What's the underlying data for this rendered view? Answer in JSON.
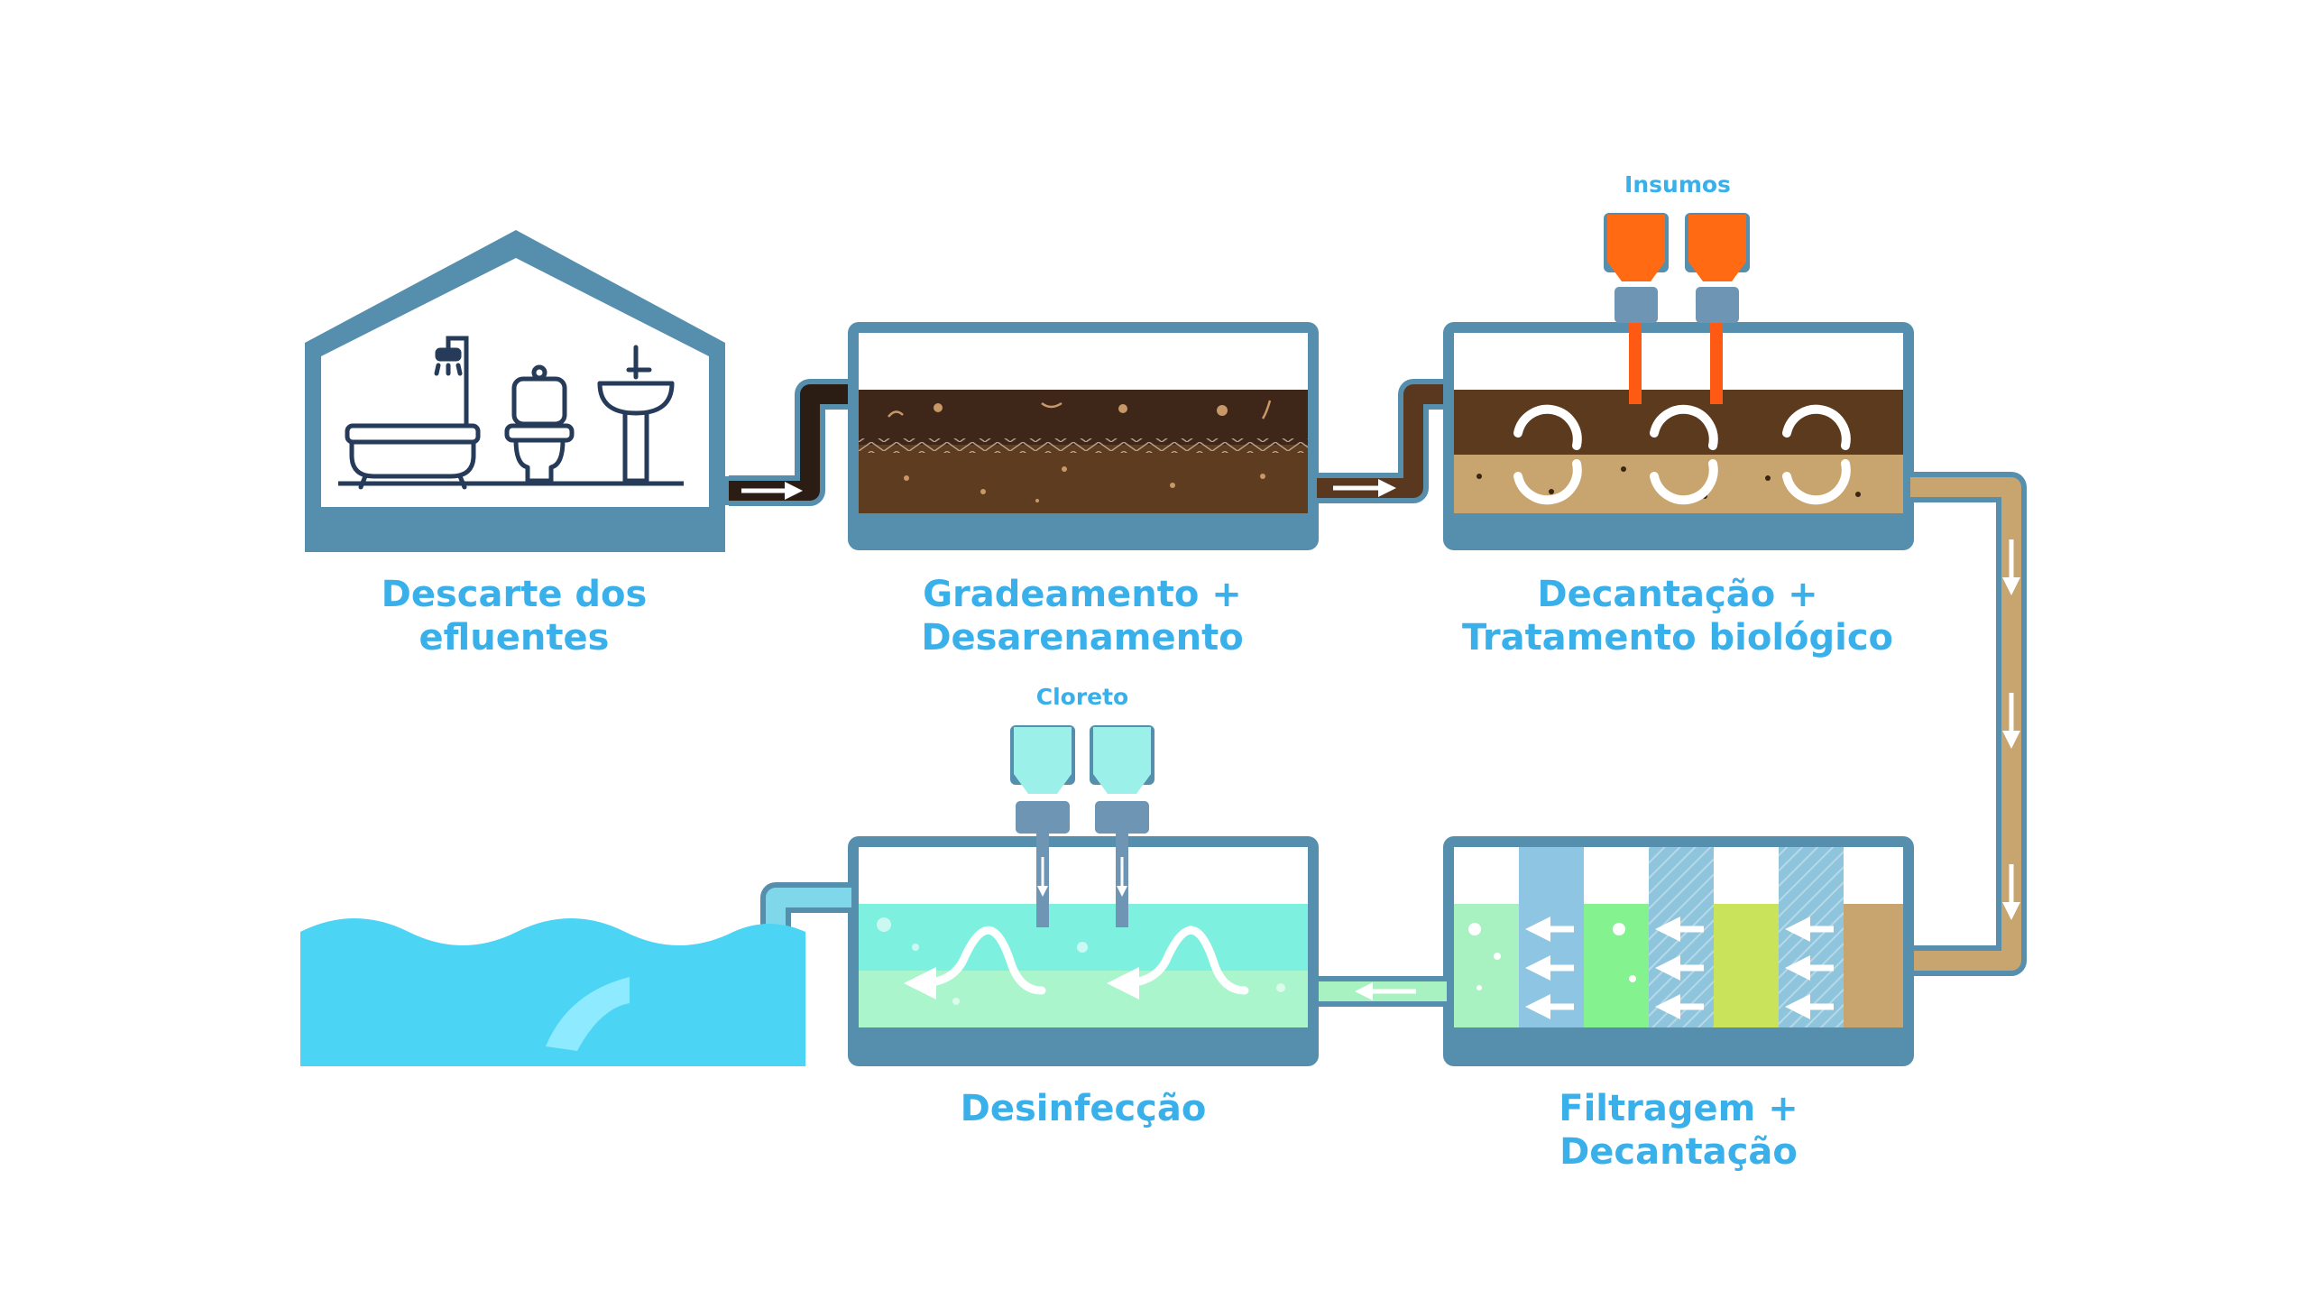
{
  "steps": [
    {
      "id": "descarte",
      "line1": "Descarte dos",
      "line2": "efluentes"
    },
    {
      "id": "gradeamento",
      "line1": "Gradeamento +",
      "line2": "Desarenamento"
    },
    {
      "id": "decantacao",
      "line1": "Decantação +",
      "line2": "Tratamento biológico"
    },
    {
      "id": "filtragem",
      "line1": "Filtragem +",
      "line2": "Decantação"
    },
    {
      "id": "desinfeccao",
      "line1": "Desinfecção",
      "line2": ""
    }
  ],
  "inputs": {
    "insumos": "Insumos",
    "cloreto": "Cloreto"
  },
  "colors": {
    "label": "#3ab0ea",
    "tank_frame": "#5a90ad",
    "raw_sewage": "#3e2618",
    "sludge": "#c8a46e",
    "clean_water": "#7ef0e0",
    "river": "#4cd4f5",
    "insumo_hopper": "#ff6a13"
  },
  "icons": [
    "house-icon",
    "bathtub-icon",
    "shower-icon",
    "toilet-icon",
    "sink-icon",
    "hopper-icon",
    "flow-arrow-icon",
    "recirculation-icon",
    "filter-arrow-icon",
    "river-icon"
  ]
}
